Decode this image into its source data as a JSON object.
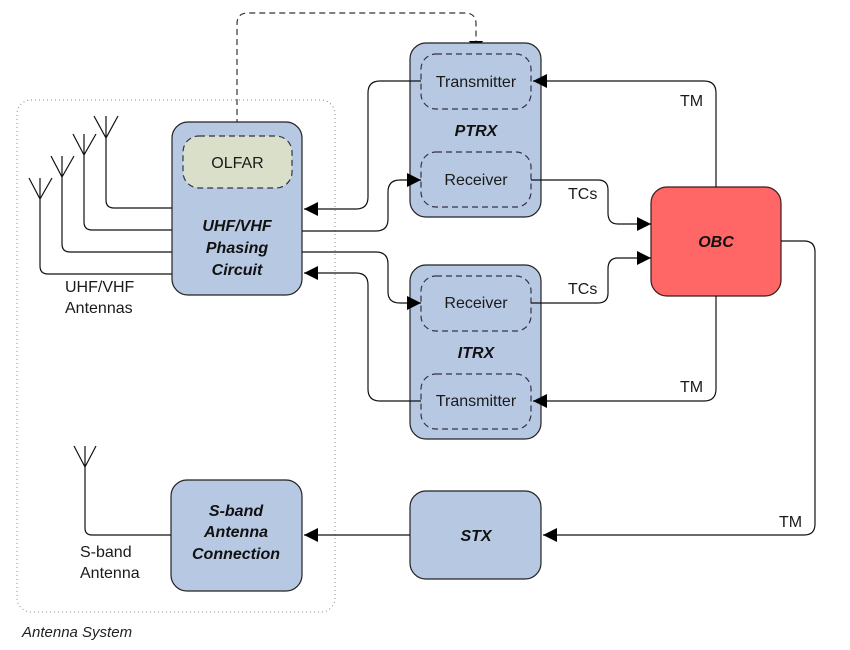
{
  "diagram": {
    "caption": "Antenna System",
    "blocks": {
      "phasing": {
        "line1": "UHF/VHF",
        "line2": "Phasing",
        "line3": "Circuit"
      },
      "olfar": "OLFAR",
      "ptrx": {
        "title": "PTRX",
        "transmitter": "Transmitter",
        "receiver": "Receiver"
      },
      "itrx": {
        "title": "ITRX",
        "transmitter": "Transmitter",
        "receiver": "Receiver"
      },
      "obc": "OBC",
      "stx": "STX",
      "sband": {
        "line1": "S-band",
        "line2": "Antenna",
        "line3": "Connection"
      }
    },
    "labels": {
      "uhf_antennas_1": "UHF/VHF",
      "uhf_antennas_2": "Antennas",
      "sband_antenna_1": "S-band",
      "sband_antenna_2": "Antenna",
      "tm_ptrx": "TM",
      "tcs_ptrx": "TCs",
      "tcs_itrx": "TCs",
      "tm_itrx": "TM",
      "tm_stx": "TM"
    },
    "colors": {
      "block_fill": "#b7c9e2",
      "obc_fill": "#ff6666",
      "olfar_fill": "#d9dfc8"
    }
  }
}
